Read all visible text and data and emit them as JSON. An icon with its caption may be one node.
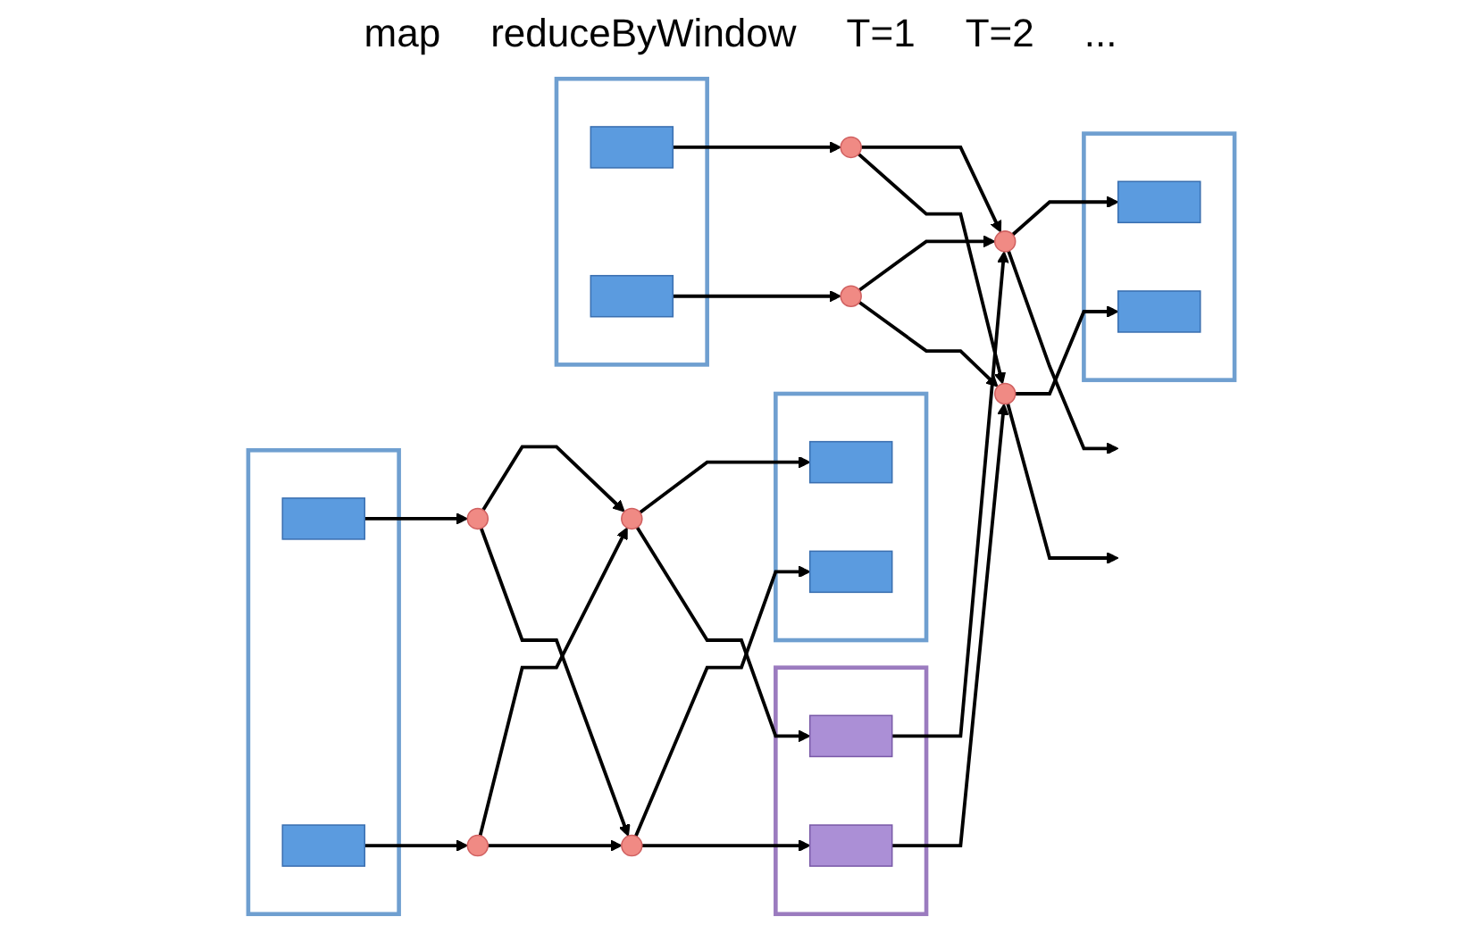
{
  "diagram": {
    "nodes": [
      {
        "text": [],
        "shape": "box"
      },
      {
        "text": [],
        "shape": "box",
        "in": 0
      },
      {
        "text": [],
        "shape": "box",
        "in": 0
      },
      {
        "text": [],
        "shape": "circle"
      },
      {
        "text": [],
        "shape": "circle"
      },
      {
        "text": [],
        "shape": "circle"
      },
      {
        "text": [],
        "shape": "circle"
      },
      {
        "text": [],
        "shape": "box"
      },
      {
        "text": [],
        "shape": "box",
        "in": 7
      },
      {
        "text": [],
        "shape": "box",
        "in": 7
      },
      {
        "text": [],
        "shape": "box"
      },
      {
        "text": [],
        "shape": "box",
        "in": 10
      },
      {
        "text": [],
        "shape": "box",
        "in": 10
      },
      {
        "text": [],
        "shape": "box"
      },
      {
        "text": [],
        "shape": "box",
        "in": 13
      },
      {
        "text": [],
        "shape": "box",
        "in": 13
      },
      {
        "text": [],
        "shape": "circle"
      },
      {
        "text": [],
        "shape": "circle"
      },
      {
        "text": [],
        "shape": "circle"
      },
      {
        "text": [],
        "shape": "circle"
      },
      {
        "text": [],
        "shape": "box"
      },
      {
        "text": [],
        "shape": "box",
        "in": 20
      },
      {
        "text": [],
        "shape": "box",
        "in": 20
      }
    ],
    "edges": [
      {
        "from": 1,
        "to": 3,
        "arrow": "to"
      },
      {
        "from": 2,
        "to": 4,
        "arrow": "to"
      },
      {
        "from": 3,
        "to": 5,
        "arrow": "to"
      },
      {
        "from": 3,
        "to": 6,
        "arrow": "to"
      },
      {
        "from": 4,
        "to": 5,
        "arrow": "to"
      },
      {
        "from": 4,
        "to": 6,
        "arrow": "to"
      },
      {
        "from": 5,
        "to": 8,
        "arrow": "to"
      },
      {
        "from": 6,
        "to": 9,
        "arrow": "to"
      },
      {
        "from": 5,
        "to": 11,
        "arrow": "to"
      },
      {
        "from": 6,
        "to": 12,
        "arrow": "to"
      },
      {
        "from": 11,
        "to": 18,
        "arrow": "to"
      },
      {
        "from": 12,
        "to": 19,
        "arrow": "to"
      },
      {
        "from": 14,
        "to": 16,
        "arrow": "to"
      },
      {
        "from": 15,
        "to": 17,
        "arrow": "to"
      },
      {
        "from": 16,
        "to": 18,
        "arrow": "to"
      },
      {
        "from": 16,
        "to": 19,
        "arrow": "to"
      },
      {
        "from": 17,
        "to": 18,
        "arrow": "to"
      },
      {
        "from": 17,
        "to": 19,
        "arrow": "to"
      },
      {
        "from": 18,
        "to": 21,
        "arrow": "to"
      },
      {
        "from": 19,
        "to": 22,
        "arrow": "to"
      },
      {
        "from": 18,
        "to": null,
        "arrow": "to"
      },
      {
        "from": 19,
        "to": null,
        "arrow": "to"
      }
    ],
    "labels": [
      "map",
      "reduceByWindow",
      "T=1",
      "T=2",
      "..."
    ]
  }
}
